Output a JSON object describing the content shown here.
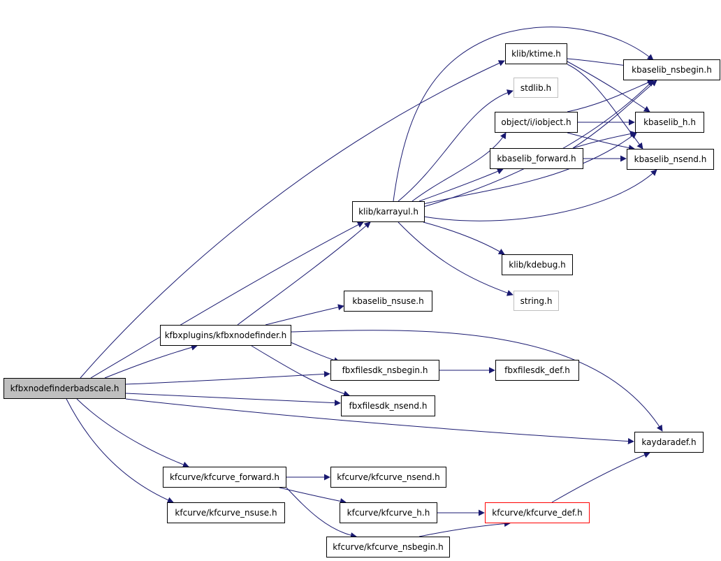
{
  "colors": {
    "edge": "#191970",
    "node_border": "#000000",
    "root_fill": "#bfbfbf",
    "missing_border": "#bfbfbf",
    "truncated_border": "#ff0000"
  },
  "nodes": {
    "root": "kfbxnodefinderbadscale.h",
    "ktime": "klib/ktime.h",
    "nsbegin_kbase": "kbaselib_nsbegin.h",
    "stdlib": "stdlib.h",
    "iobject": "object/i/iobject.h",
    "kbaselib_h": "kbaselib_h.h",
    "kbaselib_forward": "kbaselib_forward.h",
    "kbaselib_nsend": "kbaselib_nsend.h",
    "karrayul": "klib/karrayul.h",
    "kdebug": "klib/kdebug.h",
    "string": "string.h",
    "kbaselib_nsuse": "kbaselib_nsuse.h",
    "kfbxnodefinder": "kfbxplugins/kfbxnodefinder.h",
    "fbx_nsbegin": "fbxfilesdk_nsbegin.h",
    "fbx_def": "fbxfilesdk_def.h",
    "fbx_nsend": "fbxfilesdk_nsend.h",
    "kaydaradef": "kaydaradef.h",
    "kfcurve_forward": "kfcurve/kfcurve_forward.h",
    "kfcurve_nsend": "kfcurve/kfcurve_nsend.h",
    "kfcurve_nsuse": "kfcurve/kfcurve_nsuse.h",
    "kfcurve_h": "kfcurve/kfcurve_h.h",
    "kfcurve_def": "kfcurve/kfcurve_def.h",
    "kfcurve_nsbegin": "kfcurve/kfcurve_nsbegin.h"
  }
}
